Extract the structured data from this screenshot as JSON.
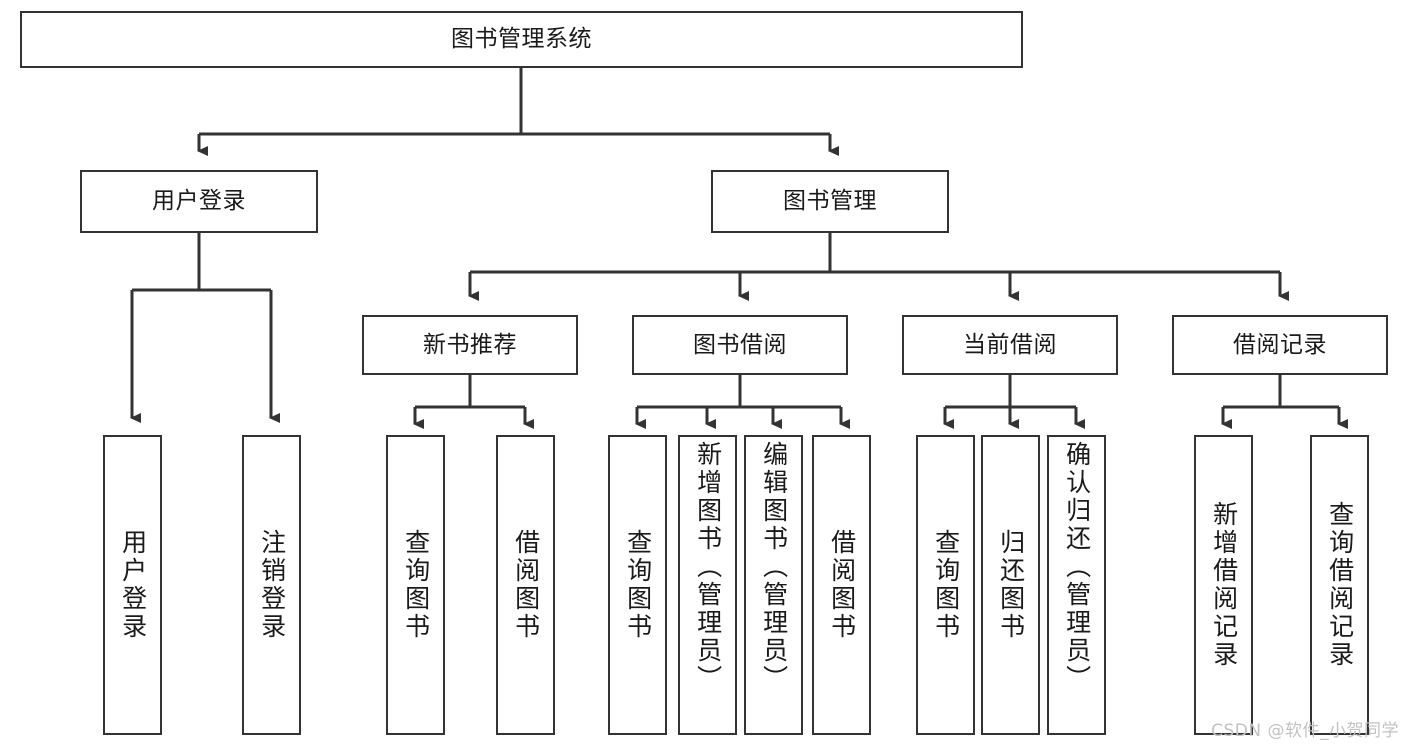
{
  "diagram": {
    "type": "tree",
    "title": "图书管理系统",
    "watermark": "CSDN @软件_小贺同学",
    "colors": {
      "box_border": "#333333",
      "box_fill": "#ffffff",
      "edge": "#333333",
      "text": "#1a1a1a",
      "watermark": "#c2c2c2"
    },
    "root": {
      "label": "图书管理系统"
    },
    "level2": [
      {
        "label": "用户登录"
      },
      {
        "label": "图书管理"
      }
    ],
    "level3": [
      {
        "label": "新书推荐"
      },
      {
        "label": "图书借阅"
      },
      {
        "label": "当前借阅"
      },
      {
        "label": "借阅记录"
      }
    ],
    "leaves": {
      "user_login": [
        {
          "label": "用户登录"
        },
        {
          "label": "注销登录"
        }
      ],
      "new_book_recommend": [
        {
          "label": "查询图书"
        },
        {
          "label": "借阅图书"
        }
      ],
      "book_borrow": [
        {
          "label": "查询图书"
        },
        {
          "label": "新增图书（管理员）"
        },
        {
          "label": "编辑图书（管理员）"
        },
        {
          "label": "借阅图书"
        }
      ],
      "current_borrow": [
        {
          "label": "查询图书"
        },
        {
          "label": "归还图书"
        },
        {
          "label": "确认归还（管理员）"
        }
      ],
      "borrow_record": [
        {
          "label": "新增借阅记录"
        },
        {
          "label": "查询借阅记录"
        }
      ]
    }
  }
}
